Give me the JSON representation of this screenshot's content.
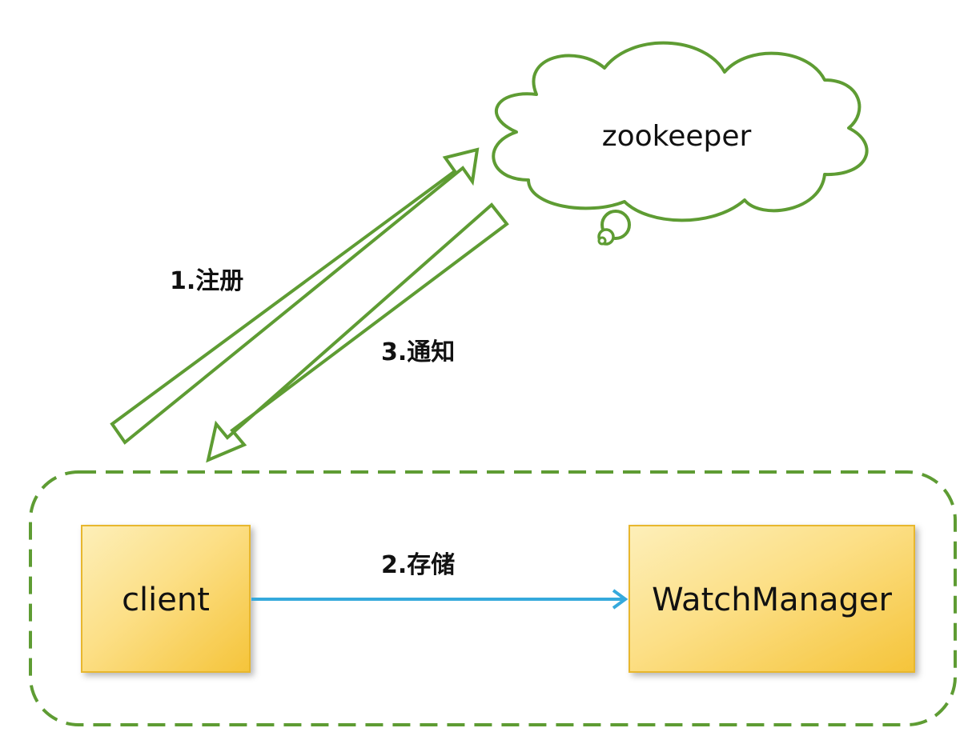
{
  "diagram": {
    "nodes": {
      "zookeeper": {
        "label": "zookeeper"
      },
      "client": {
        "label": "client"
      },
      "watch_manager": {
        "label": "WatchManager"
      }
    },
    "edges": {
      "register": {
        "label": "1.注册",
        "from": "client",
        "to": "zookeeper"
      },
      "store": {
        "label": "2.存储",
        "from": "client",
        "to": "watch_manager"
      },
      "notify": {
        "label": "3.通知",
        "from": "zookeeper",
        "to": "client"
      }
    }
  },
  "colors": {
    "outline_green": "#5e9c33",
    "box_fill_light": "#fde9a9",
    "box_fill_dark": "#f7c93f",
    "box_border": "#e8b72e",
    "edge_blue": "#35a9dc",
    "text": "#111111"
  },
  "icons": {
    "cloud": "cloud-shape",
    "arrow_register": "hollow-block-arrow-up-right",
    "arrow_notify": "hollow-block-arrow-down-left",
    "arrow_store": "solid-line-arrow-right"
  }
}
